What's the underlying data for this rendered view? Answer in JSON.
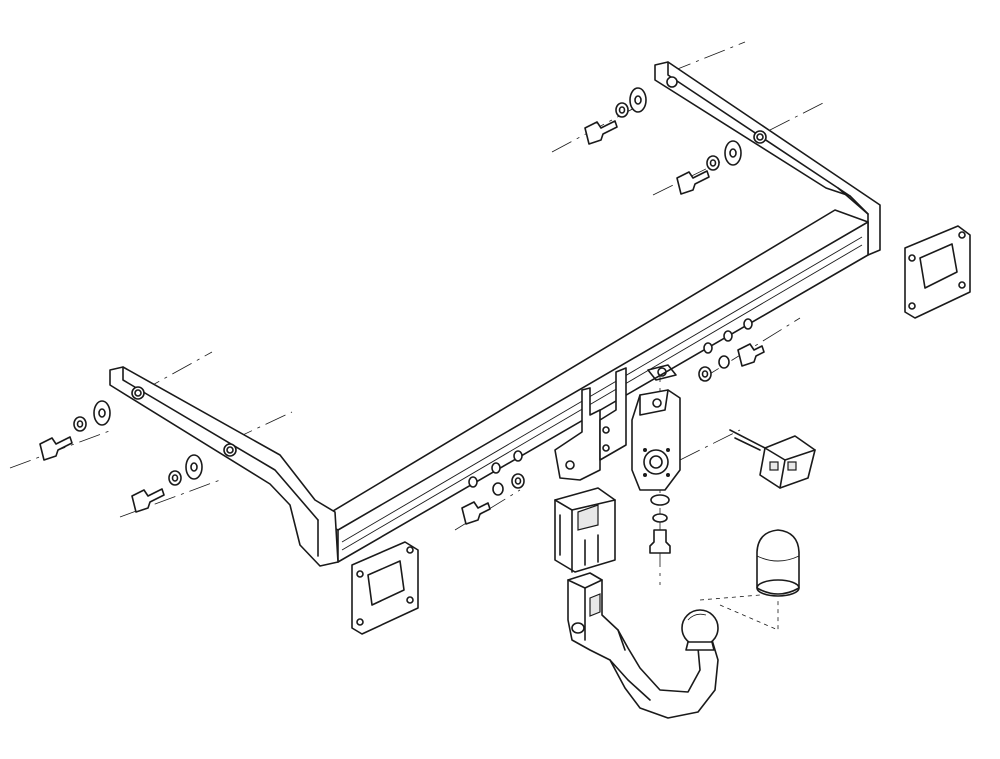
{
  "drawing": {
    "colors": {
      "line": "#1a1a1a",
      "paper": "#ffffff",
      "shade": "#e8e8e8"
    },
    "parts": [
      "crossbar",
      "side-bracket-left",
      "side-bracket-right",
      "mount-plate-left",
      "mount-plate-right",
      "bolt-set-left-upper",
      "bolt-set-left-lower",
      "bolt-set-right-upper",
      "bolt-set-right-lower",
      "center-bolts",
      "socket-plate",
      "receiver-block",
      "detachable-towbar",
      "tow-ball",
      "ball-cap",
      "electrical-socket",
      "fixing-screw"
    ]
  }
}
